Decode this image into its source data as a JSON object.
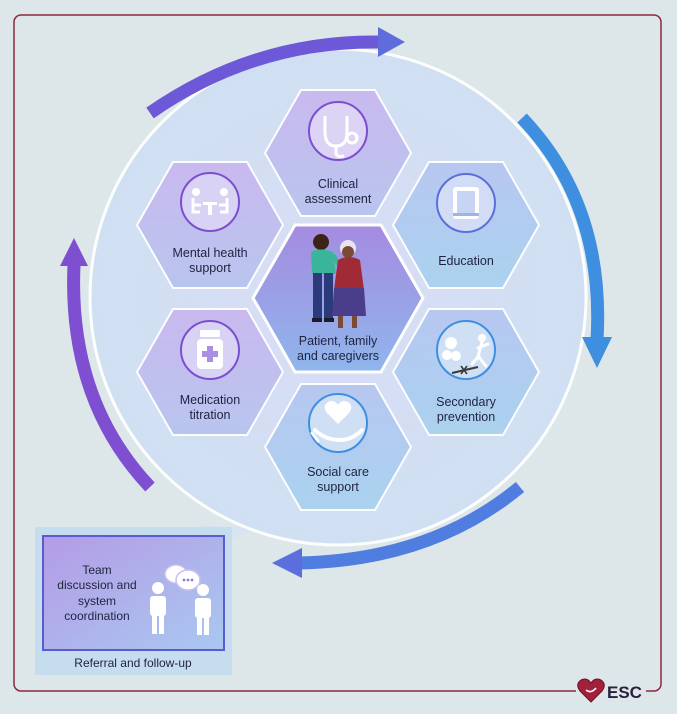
{
  "center": {
    "line1": "Patient, family",
    "line2": "and caregivers"
  },
  "hexes": {
    "clinical": {
      "line1": "Clinical",
      "line2": "assessment",
      "icon": "stethoscope-icon"
    },
    "education": {
      "line1": "Education",
      "icon": "book-icon"
    },
    "secondary": {
      "line1": "Secondary",
      "line2": "prevention",
      "icon": "healthy-lifestyle-icon"
    },
    "social": {
      "line1": "Social care",
      "line2": "support",
      "icon": "heart-hand-icon"
    },
    "medication": {
      "line1": "Medication",
      "line2": "titration",
      "icon": "pill-bottle-icon"
    },
    "mental": {
      "line1": "Mental health",
      "line2": "support",
      "icon": "counselling-icon"
    }
  },
  "team": {
    "line1": "Team",
    "line2": "discussion and",
    "line3": "system",
    "line4": "coordination",
    "icon": "team-discussion-icon"
  },
  "referral": {
    "label": "Referral and follow-up"
  },
  "logo": {
    "text": "ESC"
  },
  "colors": {
    "purple": "#7b4fd0",
    "blue": "#3f8fe0",
    "border": "#8a2a3c",
    "background": "#dde7ea"
  }
}
